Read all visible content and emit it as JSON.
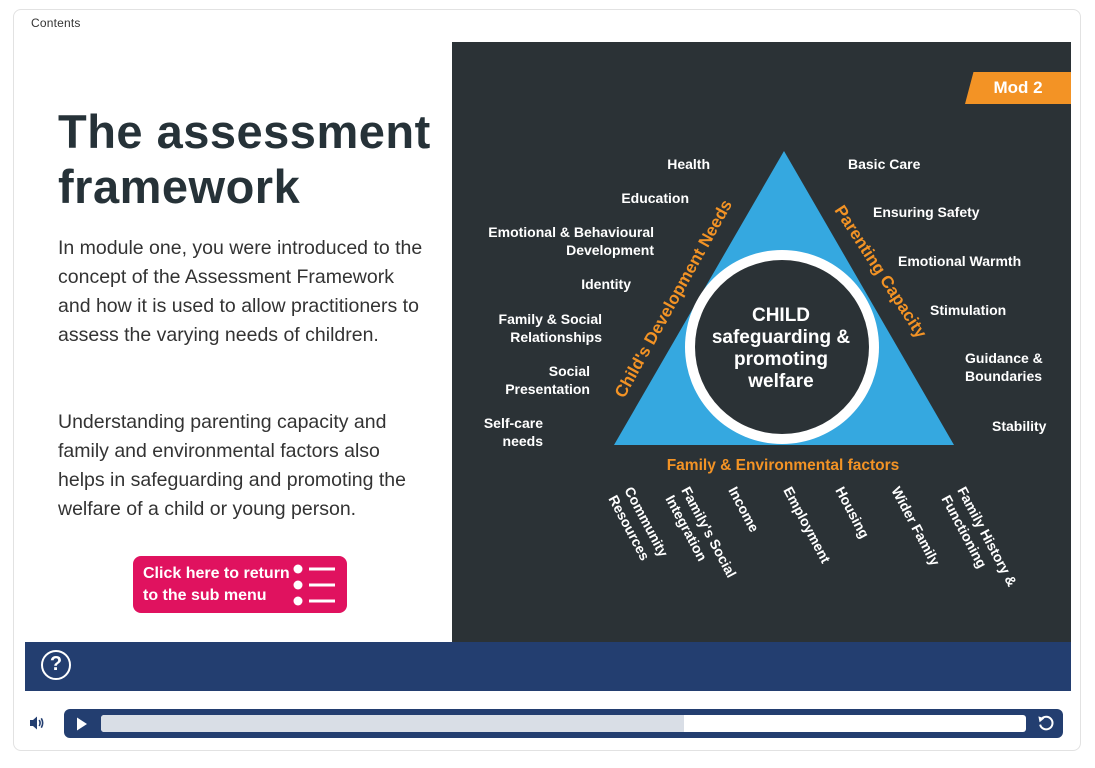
{
  "header": {
    "contents_label": "Contents"
  },
  "slide": {
    "title": "The assessment framework",
    "paragraphs": [
      "In module one, you were introduced to the concept of the Assessment Framework and how it is used to allow practitioners to assess the varying needs of children.",
      "Understanding parenting capacity and family and environmental factors also helps in safeguarding and promoting the welfare of a child or young person."
    ],
    "return_button": {
      "label": "Click here to return to the sub menu"
    }
  },
  "diagram": {
    "badge": "Mod 2",
    "center_lines": [
      "CHILD",
      "safeguarding &",
      "promoting",
      "welfare"
    ],
    "side_labels": {
      "left": "Child's Development Needs",
      "right": "Parenting Capacity",
      "bottom": "Family & Environmental factors"
    },
    "left_items": [
      [
        "Health"
      ],
      [
        "Education"
      ],
      [
        "Emotional & Behavioural",
        "Development"
      ],
      [
        "Identity"
      ],
      [
        "Family & Social",
        "Relationships"
      ],
      [
        "Social",
        "Presentation"
      ],
      [
        "Self-care",
        "needs"
      ]
    ],
    "right_items": [
      [
        "Basic Care"
      ],
      [
        "Ensuring Safety"
      ],
      [
        "Emotional Warmth"
      ],
      [
        "Stimulation"
      ],
      [
        "Guidance &",
        "Boundaries"
      ],
      [
        "Stability"
      ]
    ],
    "bottom_items": [
      [
        "Community",
        "Resources"
      ],
      [
        "Family's Social",
        "Integration"
      ],
      [
        "Income"
      ],
      [
        "Employment"
      ],
      [
        "Housing"
      ],
      [
        "Wider Family"
      ],
      [
        "Family History &",
        "Functioning"
      ]
    ],
    "colors": {
      "background": "#2b3236",
      "triangle": "#35a8e0",
      "accent": "#f39325",
      "text": "#ffffff"
    }
  },
  "controls": {
    "help_icon": "question-circle-icon",
    "help_label": "?",
    "volume_icon": "speaker-icon",
    "play_icon": "play-icon",
    "restart_icon": "restart-icon",
    "progress": 0.63
  }
}
